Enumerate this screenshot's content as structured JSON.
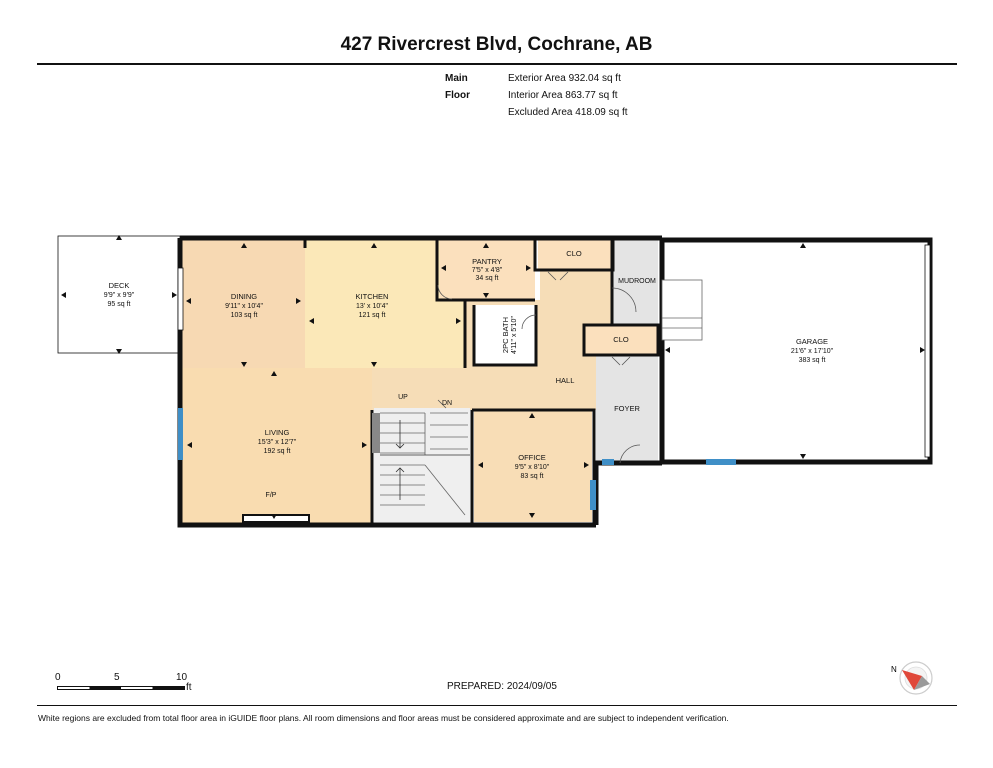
{
  "header": {
    "title": "427 Rivercrest Blvd, Cochrane, AB"
  },
  "areas": {
    "floor_label": "Main Floor",
    "exterior": "Exterior Area 932.04 sq ft",
    "interior": "Interior Area 863.77 sq ft",
    "excluded": "Excluded Area 418.09 sq ft"
  },
  "rooms": {
    "deck": {
      "name": "DECK",
      "dims": "9'9\" x 9'9\"",
      "area": "95 sq ft"
    },
    "dining": {
      "name": "DINING",
      "dims": "9'11\" x 10'4\"",
      "area": "103 sq ft"
    },
    "kitchen": {
      "name": "KITCHEN",
      "dims": "13' x 10'4\"",
      "area": "121 sq ft"
    },
    "pantry": {
      "name": "PANTRY",
      "dims": "7'5\" x 4'8\"",
      "area": "34 sq ft"
    },
    "bath": {
      "name": "2PC BATH",
      "dims": "4'11\" x 5'10\""
    },
    "clo1": {
      "name": "CLO"
    },
    "clo2": {
      "name": "CLO"
    },
    "mudroom": {
      "name": "MUDROOM"
    },
    "hall": {
      "name": "HALL"
    },
    "foyer": {
      "name": "FOYER"
    },
    "living": {
      "name": "LIVING",
      "dims": "15'3\" x 12'7\"",
      "area": "192 sq ft",
      "fp": "F/P"
    },
    "office": {
      "name": "OFFICE",
      "dims": "9'5\" x 8'10\"",
      "area": "83 sq ft"
    },
    "garage": {
      "name": "GARAGE",
      "dims": "21'6\" x 17'10\"",
      "area": "383 sq ft"
    },
    "stairs": {
      "up": "UP",
      "down": "DN"
    }
  },
  "scale_bar": {
    "labels": [
      "0",
      "5",
      "10"
    ],
    "unit": "ft"
  },
  "compass": {
    "label": "N"
  },
  "prepared": "PREPARED: 2024/09/05",
  "footer": "White regions are excluded from total floor area in iGUIDE floor plans. All room dimensions and floor areas must be considered approximate and are subject to independent verification.",
  "colors": {
    "dining": "#f7d9b3",
    "kitchen": "#fbe8b8",
    "living": "#f9dcb0",
    "office": "#f8ddb6",
    "pantry": "#fbe0bd",
    "hall": "#f6ddb7",
    "foyer": "#e4e4e4",
    "wall": "#111111",
    "window": "#3f8fc7"
  }
}
